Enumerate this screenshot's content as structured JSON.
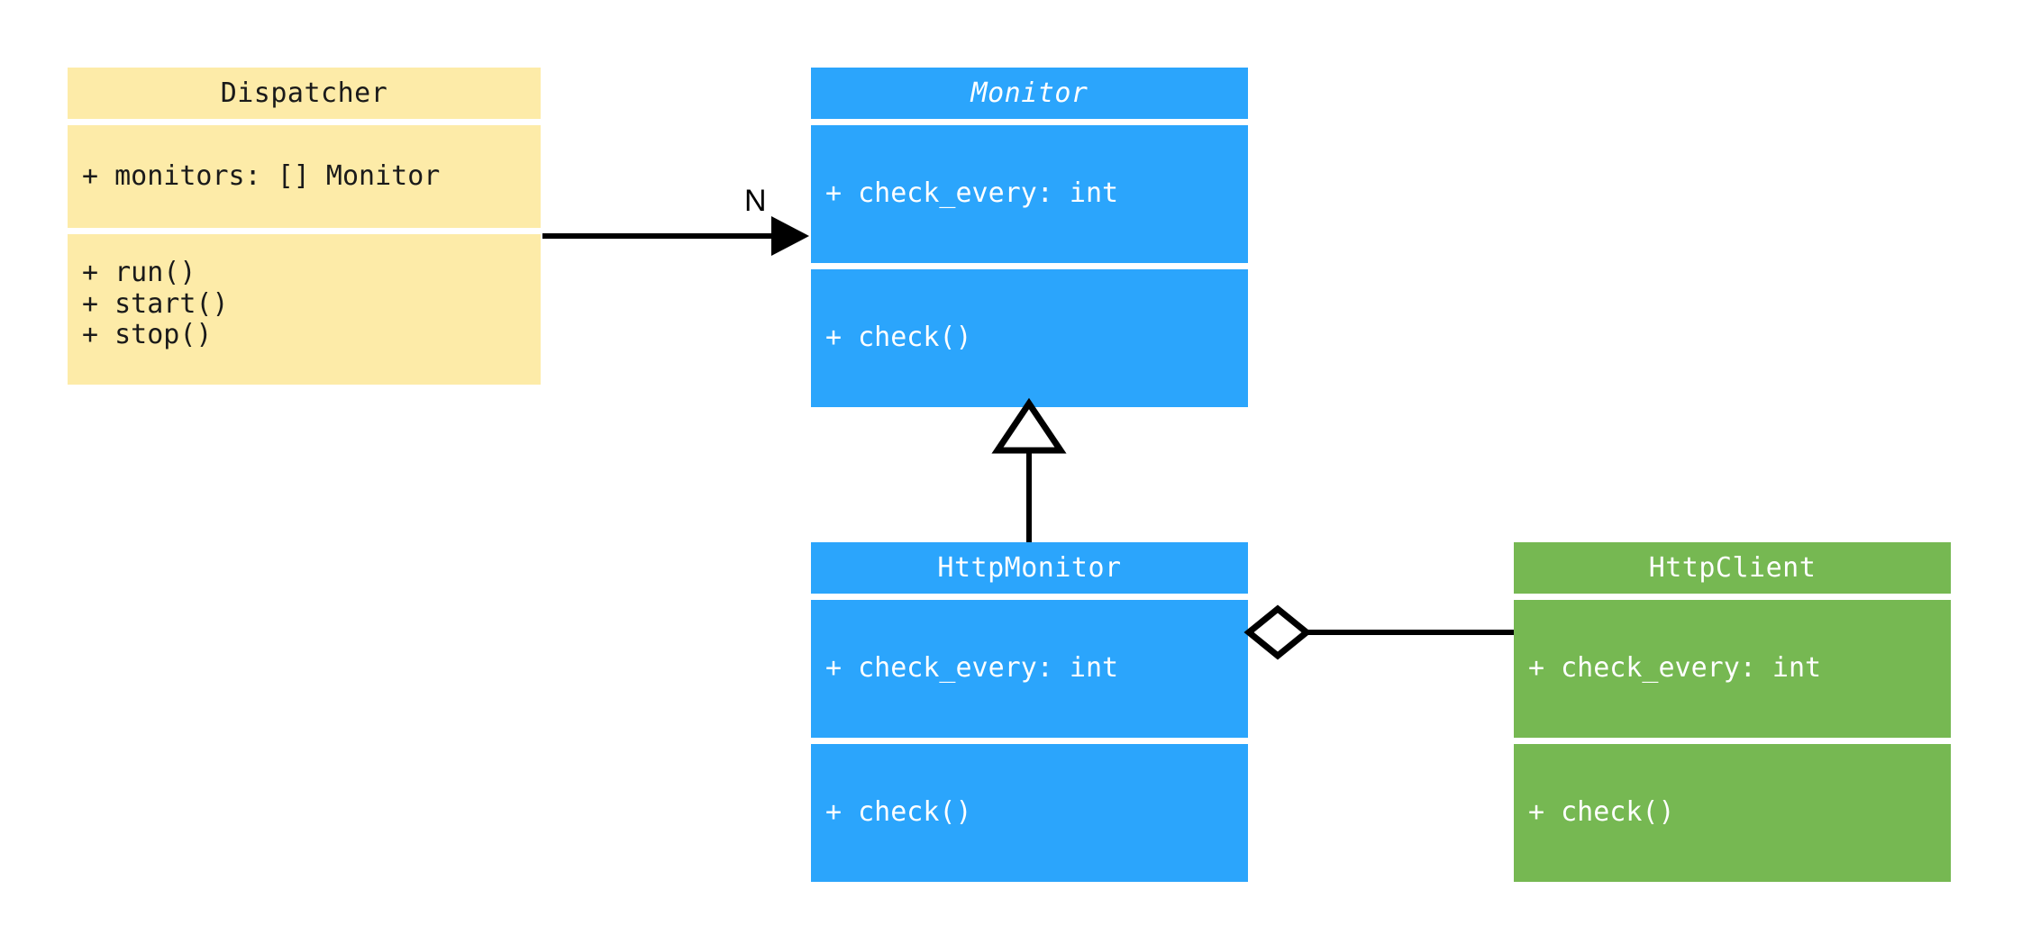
{
  "diagram": {
    "type": "uml-class-diagram",
    "background": "#ffffff",
    "palette": {
      "cream": "#fdeba8",
      "blue": "#2ba5fc",
      "green": "#76b852",
      "line": "#000000",
      "text_dark": "#1a1a1a",
      "text_light": "#ffffff"
    }
  },
  "classes": {
    "dispatcher": {
      "name": "Dispatcher",
      "abstract": false,
      "color": "#fdeba8",
      "attributes": "+ monitors: [] Monitor",
      "methods": "+ run()\n+ start()\n+ stop()"
    },
    "monitor": {
      "name": "Monitor",
      "abstract": true,
      "color": "#2ba5fc",
      "attributes": "+ check_every: int",
      "methods": "+ check()"
    },
    "http_monitor": {
      "name": "HttpMonitor",
      "abstract": false,
      "color": "#2ba5fc",
      "attributes": "+ check_every: int",
      "methods": "+ check()"
    },
    "http_client": {
      "name": "HttpClient",
      "abstract": false,
      "color": "#76b852",
      "attributes": "+ check_every: int",
      "methods": "+ check()"
    }
  },
  "relations": {
    "dispatcher_to_monitor": {
      "kind": "association",
      "from": "Dispatcher",
      "to": "Monitor",
      "multiplicity_label": "N",
      "arrowhead": "filled-triangle"
    },
    "http_monitor_to_monitor": {
      "kind": "generalization",
      "from": "HttpMonitor",
      "to": "Monitor",
      "multiplicity_label": "",
      "arrowhead": "hollow-triangle"
    },
    "http_monitor_to_http_client": {
      "kind": "aggregation",
      "from": "HttpMonitor",
      "to": "HttpClient",
      "multiplicity_label": "",
      "arrowhead": "hollow-diamond"
    }
  }
}
